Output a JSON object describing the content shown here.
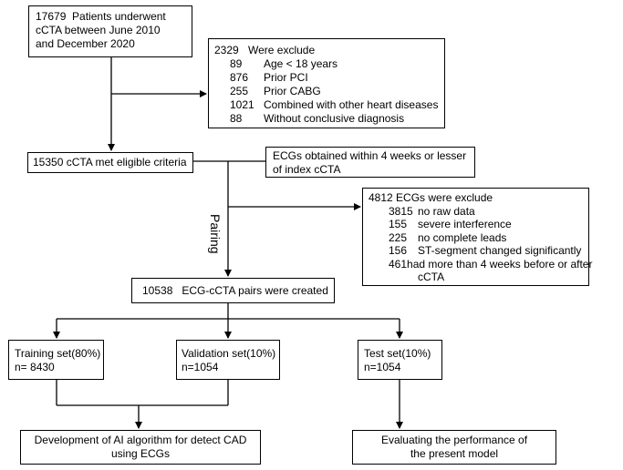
{
  "start": {
    "lines": [
      "17679  Patients underwent",
      "cCTA between June 2010",
      "and December 2020"
    ]
  },
  "exclusion1": {
    "count": "2329",
    "label": "Were exclude",
    "items": [
      {
        "n": "89",
        "text": "Age < 18 years"
      },
      {
        "n": "876",
        "text": "Prior PCI"
      },
      {
        "n": "255",
        "text": "Prior CABG"
      },
      {
        "n": "1021",
        "text": "Combined with other heart diseases"
      },
      {
        "n": "88",
        "text": "Without conclusive diagnosis"
      }
    ]
  },
  "eligible": {
    "text": "15350 cCTA met eligible criteria"
  },
  "ecg_obtained": {
    "lines": [
      "ECGs obtained within 4 weeks or lesser",
      "of index cCTA"
    ]
  },
  "exclusion2": {
    "header": "4812 ECGs were exclude",
    "items": [
      {
        "n": "3815",
        "text": "no raw data"
      },
      {
        "n": "155",
        "text": "severe interference"
      },
      {
        "n": "225",
        "text": "no complete leads"
      },
      {
        "n": "156",
        "text": "ST-segment changed significantly"
      },
      {
        "n": "461",
        "text": "had more than 4 weeks before or after"
      }
    ],
    "cont": "cCTA"
  },
  "pairing_label": "Pairing",
  "pairs": {
    "text": "10538   ECG-cCTA pairs were created"
  },
  "training": {
    "lines": [
      "Training set(80%)",
      "n= 8430"
    ]
  },
  "validation": {
    "lines": [
      "Validation set(10%)",
      "n=1054"
    ]
  },
  "test": {
    "lines": [
      "Test set(10%)",
      "n=1054"
    ]
  },
  "development": {
    "lines": [
      "Development of AI algorithm for detect CAD",
      "using ECGs"
    ]
  },
  "evaluating": {
    "lines": [
      "Evaluating the performance of",
      "the present model"
    ]
  }
}
